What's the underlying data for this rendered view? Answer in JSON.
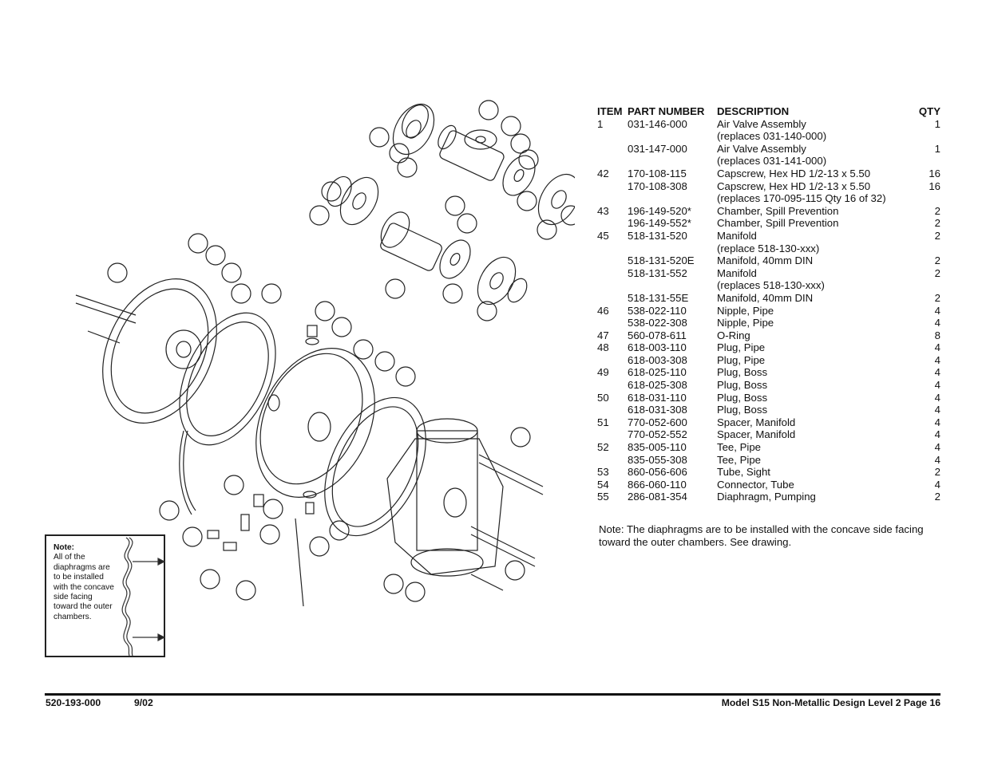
{
  "parts_table": {
    "headers": {
      "item": "ITEM",
      "part_number": "PART NUMBER",
      "description": "DESCRIPTION",
      "qty": "QTY"
    },
    "rows": [
      {
        "item": "1",
        "part_number": "031-146-000",
        "description": "Air Valve Assembly",
        "qty": "1"
      },
      {
        "item": "",
        "part_number": "",
        "description": "(replaces 031-140-000)",
        "qty": ""
      },
      {
        "item": "",
        "part_number": "031-147-000",
        "description": "Air Valve Assembly",
        "qty": "1"
      },
      {
        "item": "",
        "part_number": "",
        "description": "(replaces  031-141-000)",
        "qty": ""
      },
      {
        "item": "42",
        "part_number": "170-108-115",
        "description": "Capscrew, Hex HD 1/2-13 x 5.50",
        "qty": "16"
      },
      {
        "item": "",
        "part_number": "170-108-308",
        "description": "Capscrew, Hex HD 1/2-13 x 5.50",
        "qty": "16"
      },
      {
        "item": "",
        "part_number": "",
        "description": "(replaces 170-095-115 Qty 16 of 32)",
        "qty": ""
      },
      {
        "item": "43",
        "part_number": "196-149-520*",
        "description": "Chamber,  Spill  Prevention",
        "qty": "2"
      },
      {
        "item": "",
        "part_number": "196-149-552*",
        "description": "Chamber,  Spill  Prevention",
        "qty": "2"
      },
      {
        "item": "45",
        "part_number": "518-131-520",
        "description": "Manifold",
        "qty": "2"
      },
      {
        "item": "",
        "part_number": "",
        "description": "(replace 518-130-xxx)",
        "qty": ""
      },
      {
        "item": "",
        "part_number": "518-131-520E",
        "description": "Manifold, 40mm DIN",
        "qty": "2"
      },
      {
        "item": "",
        "part_number": "518-131-552",
        "description": "Manifold",
        "qty": "2"
      },
      {
        "item": "",
        "part_number": "",
        "description": "(replaces  518-130-xxx)",
        "qty": ""
      },
      {
        "item": "",
        "part_number": "518-131-55E",
        "description": "Manifold, 40mm DIN",
        "qty": "2"
      },
      {
        "item": "46",
        "part_number": "538-022-110",
        "description": "Nipple,  Pipe",
        "qty": "4"
      },
      {
        "item": "",
        "part_number": "538-022-308",
        "description": "Nipple,  Pipe",
        "qty": "4"
      },
      {
        "item": "47",
        "part_number": "560-078-611",
        "description": "O-Ring",
        "qty": "8"
      },
      {
        "item": "48",
        "part_number": "618-003-110",
        "description": "Plug,  Pipe",
        "qty": "4"
      },
      {
        "item": "",
        "part_number": "618-003-308",
        "description": "Plug,  Pipe",
        "qty": "4"
      },
      {
        "item": "49",
        "part_number": "618-025-110",
        "description": "Plug,  Boss",
        "qty": "4"
      },
      {
        "item": "",
        "part_number": "618-025-308",
        "description": "Plug,  Boss",
        "qty": "4"
      },
      {
        "item": "50",
        "part_number": "618-031-110",
        "description": "Plug,  Boss",
        "qty": "4"
      },
      {
        "item": "",
        "part_number": "618-031-308",
        "description": "Plug,  Boss",
        "qty": "4"
      },
      {
        "item": "51",
        "part_number": "770-052-600",
        "description": "Spacer,  Manifold",
        "qty": "4"
      },
      {
        "item": "",
        "part_number": "770-052-552",
        "description": "Spacer,  Manifold",
        "qty": "4"
      },
      {
        "item": "52",
        "part_number": "835-005-110",
        "description": "Tee,  Pipe",
        "qty": "4"
      },
      {
        "item": "",
        "part_number": "835-055-308",
        "description": "Tee,  Pipe",
        "qty": "4"
      },
      {
        "item": "53",
        "part_number": "860-056-606",
        "description": "Tube,  Sight",
        "qty": "2"
      },
      {
        "item": "54",
        "part_number": "866-060-110",
        "description": "Connector,  Tube",
        "qty": "4"
      },
      {
        "item": "55",
        "part_number": "286-081-354",
        "description": "Diaphragm,  Pumping",
        "qty": "2"
      }
    ]
  },
  "main_note": "Note:  The  diaphragms  are  to  be  installed  with  the  concave  side  facing  toward  the  outer  chambers.  See  drawing.",
  "note_box": {
    "title": "Note:",
    "text": "All  of the diaphragms are to be installed with the  concave side  facing toward the outer chambers."
  },
  "footer": {
    "doc_number": "520-193-000",
    "date": "9/02",
    "model_page": "Model S15 Non-Metallic Design Level 2 Page 16"
  }
}
